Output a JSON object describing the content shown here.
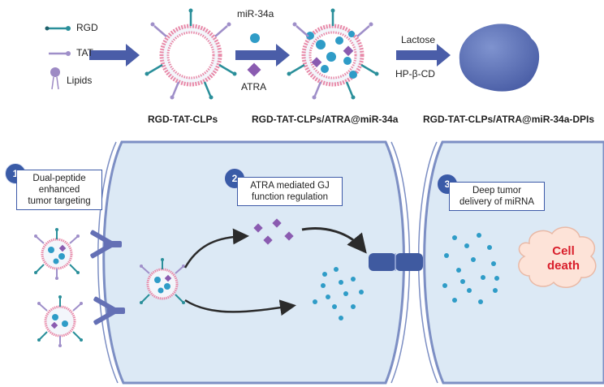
{
  "legend": {
    "rgd": "RGD",
    "tat": "TAT",
    "lipids": "Lipids"
  },
  "top_row": {
    "step1_label_top": "miR-34a",
    "step1_label_bottom": "ATRA",
    "step2_label_top": "Lactose",
    "step2_label_bottom": "HP-β-CD",
    "product1": "RGD-TAT-CLPs",
    "product2": "RGD-TAT-CLPs/ATRA@miR-34a",
    "product3": "RGD-TAT-CLPs/ATRA@miR-34a-DPIs"
  },
  "steps": [
    {
      "number": "1",
      "text_line1": "Dual-peptide",
      "text_line2": "enhanced",
      "text_line3": "tumor targeting"
    },
    {
      "number": "2",
      "text_line1": "ATRA mediated GJ",
      "text_line2": "function regulation"
    },
    {
      "number": "3",
      "text_line1": "Deep tumor",
      "text_line2": "delivery of miRNA"
    }
  ],
  "cell_death": {
    "line1": "Cell",
    "line2": "death"
  },
  "colors": {
    "cell_fill": "#dce9f5",
    "membrane": "#7d8fc4",
    "arrow": "#4a5da8",
    "mirna": "#2f9cc7",
    "atra": "#8a5bb0",
    "badge": "#3a5ba7",
    "death_text": "#d91e2b",
    "death_cloud": "#fde3d8"
  }
}
